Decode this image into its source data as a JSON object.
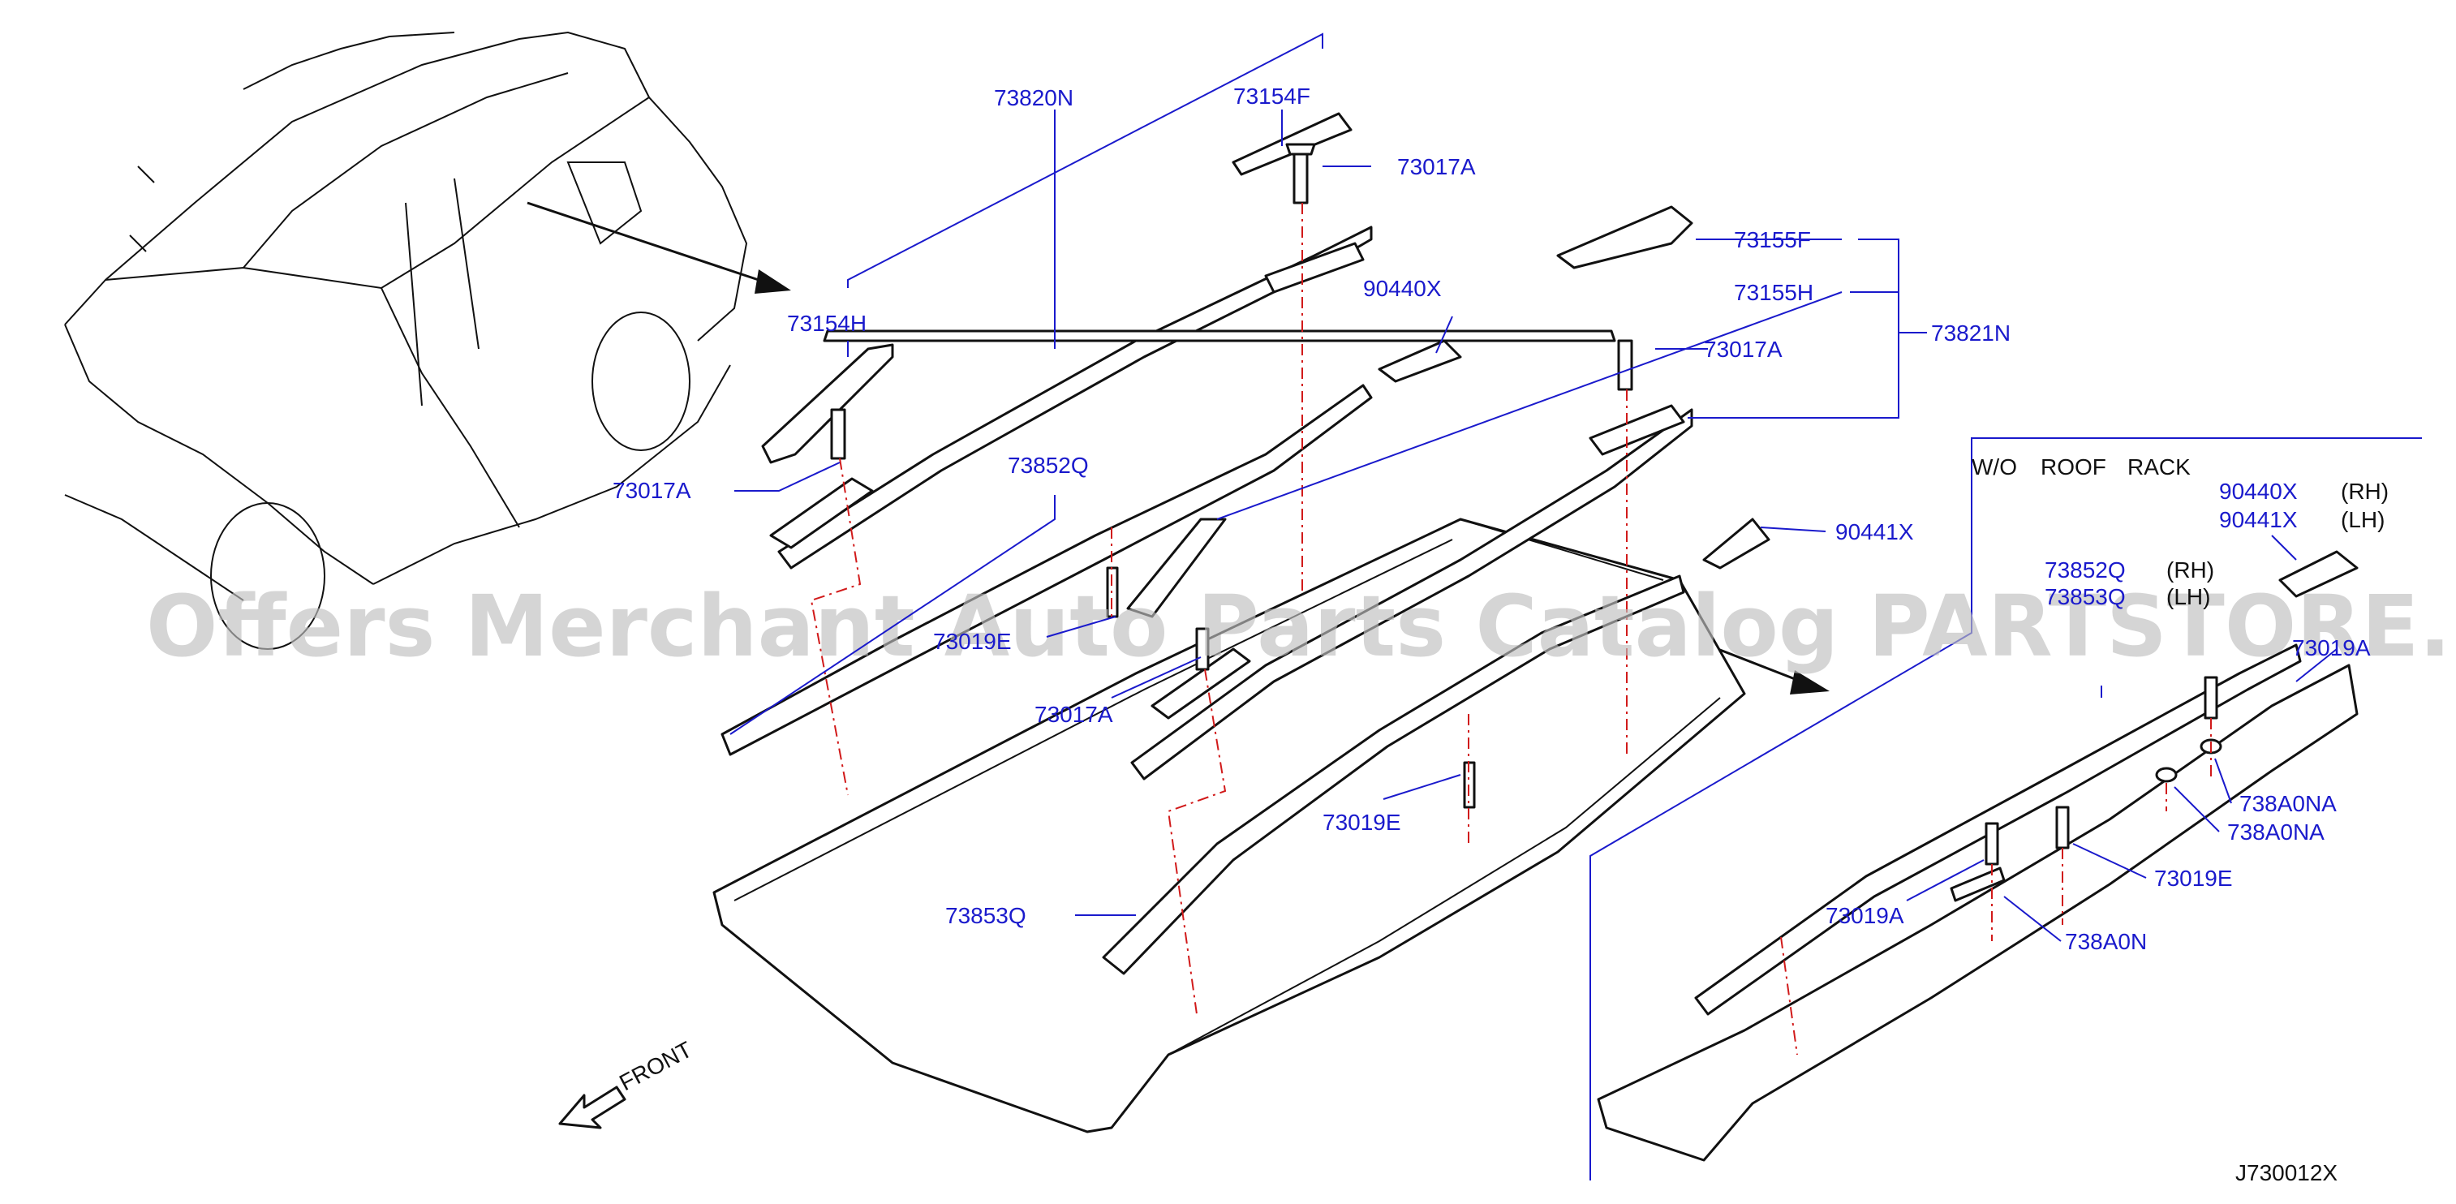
{
  "watermark": "Offers Merchant Auto Parts Catalog PARTSTORE.SA",
  "diagram_id": "J730012X",
  "front_label": "FRONT",
  "variant_note": {
    "w": "W/O",
    "roof": "ROOF",
    "rack": "RACK"
  },
  "callouts": {
    "c73820N": "73820N",
    "c73154F": "73154F",
    "c73017A_top": "73017A",
    "c90440X": "90440X",
    "c73155F": "73155F",
    "c73155H": "73155H",
    "c73821N": "73821N",
    "c73154H": "73154H",
    "c73017A_right": "73017A",
    "c73017A_left": "73017A",
    "c73852Q": "73852Q",
    "c90441X": "90441X",
    "c73019_partial": "73019E",
    "c73017A_mid": "73017A",
    "c73019E_mid": "73019E",
    "c73853Q": "73853Q",
    "r90440X": "90440X",
    "r90441X": "90441X",
    "rRH1": "(RH)",
    "rLH1": "(LH)",
    "r73852Q": "73852Q",
    "r73853Q": "73853Q",
    "rRH2": "(RH)",
    "rLH2": "(LH)",
    "r73019A_top": "73019A",
    "r738A0NA_1": "738A0NA",
    "r738A0NA_2": "738A0NA",
    "r73019E": "73019E",
    "r73019A_bot": "73019A",
    "r738A0N": "738A0N"
  }
}
